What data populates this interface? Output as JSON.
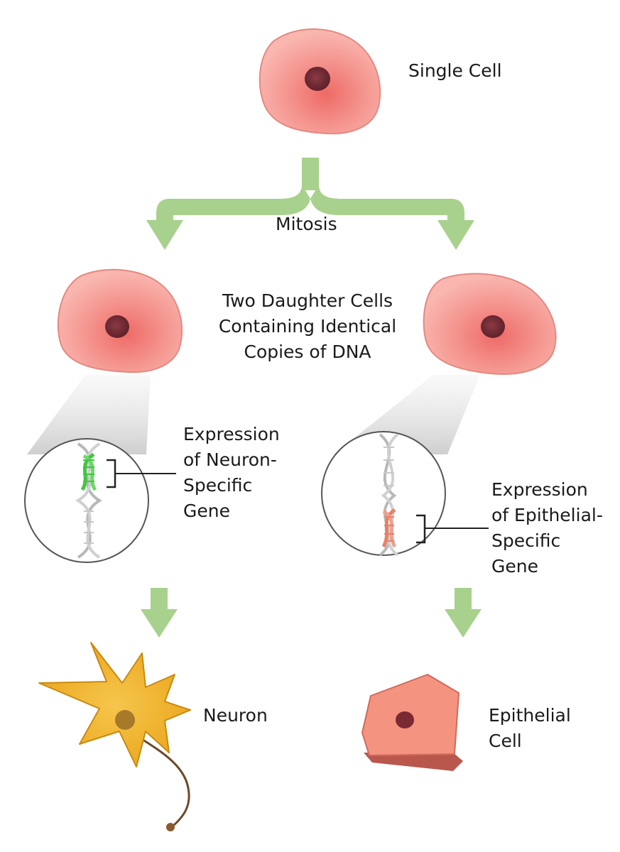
{
  "labels": {
    "single_cell": "Single Cell",
    "mitosis": "Mitosis",
    "daughter_cells": [
      "Two Daughter Cells",
      "Containing Identical",
      "Copies of DNA"
    ],
    "neuron_gene": [
      "Expression",
      "of Neuron-",
      "Specific",
      "Gene"
    ],
    "epithelial_gene": [
      "Expression",
      "of Epithelial-",
      "Specific",
      "Gene"
    ],
    "neuron": "Neuron",
    "epithelial_cell": [
      "Epithelial",
      "Cell"
    ]
  },
  "colors": {
    "cell_fill": "#f7a6a0",
    "cell_core": "#ee6f6a",
    "cell_outline": "#e58880",
    "nucleus": "#6e2a33",
    "arrow": "#a8d18d",
    "neuron_fill": "#f0b429",
    "neuron_outline": "#c98a10",
    "neuron_gene_highlight": "#3ec83e",
    "epithelial_gene_highlight": "#e8806a",
    "epithelial_fill": "#f4937f",
    "epithelial_side": "#b9574c",
    "dna_gray": "#b8b8b8"
  }
}
